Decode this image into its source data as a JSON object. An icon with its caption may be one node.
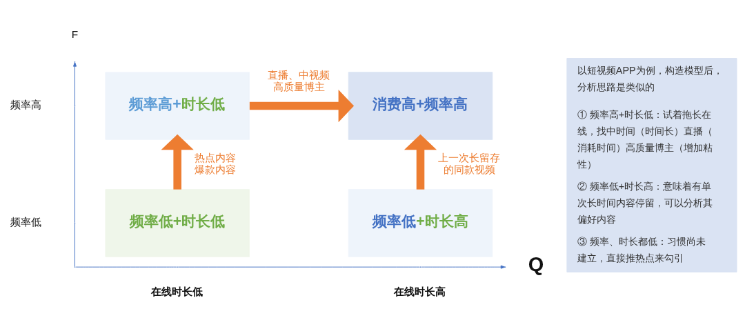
{
  "diagram": {
    "nodes": [
      {
        "text": [
          "频率高+时长低"
        ]
      },
      {
        "text": [
          "消费高+频率高"
        ]
      },
      {
        "text": [
          "频率低+时长低"
        ]
      },
      {
        "text": [
          "频率低+时长高"
        ]
      },
      {
        "text": [
          "以短视频APP为例，构造模型后，分析思路是类似的",
          "① 频率高+时长低：试着拖长在线，找中时间（时间长）直播（消耗时间）高质量博主（增加粘性）",
          "② 频率低+时长高：意味着有单次长时间内容停留，可以分析其偏好内容",
          "③ 频率、时长都低：习惯尚未建立，直接推热点来勾引"
        ]
      }
    ],
    "edges": [
      {
        "from": 2,
        "to": 0,
        "arrow": "to",
        "label": "热点内容爆款内容"
      },
      {
        "from": 0,
        "to": 1,
        "arrow": "to",
        "label": "直播、中视频高质量博主"
      },
      {
        "from": 3,
        "to": 1,
        "arrow": "to",
        "label": "上一次长留存的同款视频"
      }
    ],
    "labels": [
      "F",
      "频率高",
      "频率低",
      "Q",
      "在线时长低",
      "在线时长高"
    ]
  }
}
